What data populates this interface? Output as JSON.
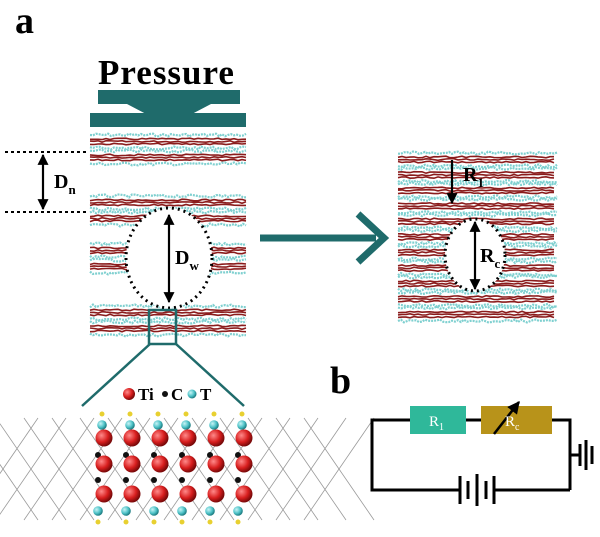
{
  "panels": {
    "a": {
      "label": "a"
    },
    "b": {
      "label": "b"
    }
  },
  "pressure": {
    "label": "Pressure"
  },
  "dimensions": {
    "d_n": {
      "main": "D",
      "sub": "n"
    },
    "d_w": {
      "main": "D",
      "sub": "w"
    },
    "r_1": {
      "main": "R",
      "sub": "1"
    },
    "r_c": {
      "main": "R",
      "sub": "c"
    }
  },
  "atom_legend": {
    "ti": "Ti",
    "c": "C",
    "t": "T"
  },
  "circuit": {
    "resistor_1": {
      "main": "R",
      "sub": "1"
    },
    "resistor_c": {
      "main": "R",
      "sub": "c"
    }
  },
  "colors": {
    "teal": "#1f6b6b",
    "red_layer": "#8b1c1c",
    "cyan_layer": "#7fd0d0",
    "ti_atom": "#d81e1e",
    "c_atom": "#111111",
    "t_atom": "#4fc3c8",
    "h_atom": "#e8d030",
    "r1_fill": "#2fb89a",
    "rc_fill": "#b8931a"
  }
}
